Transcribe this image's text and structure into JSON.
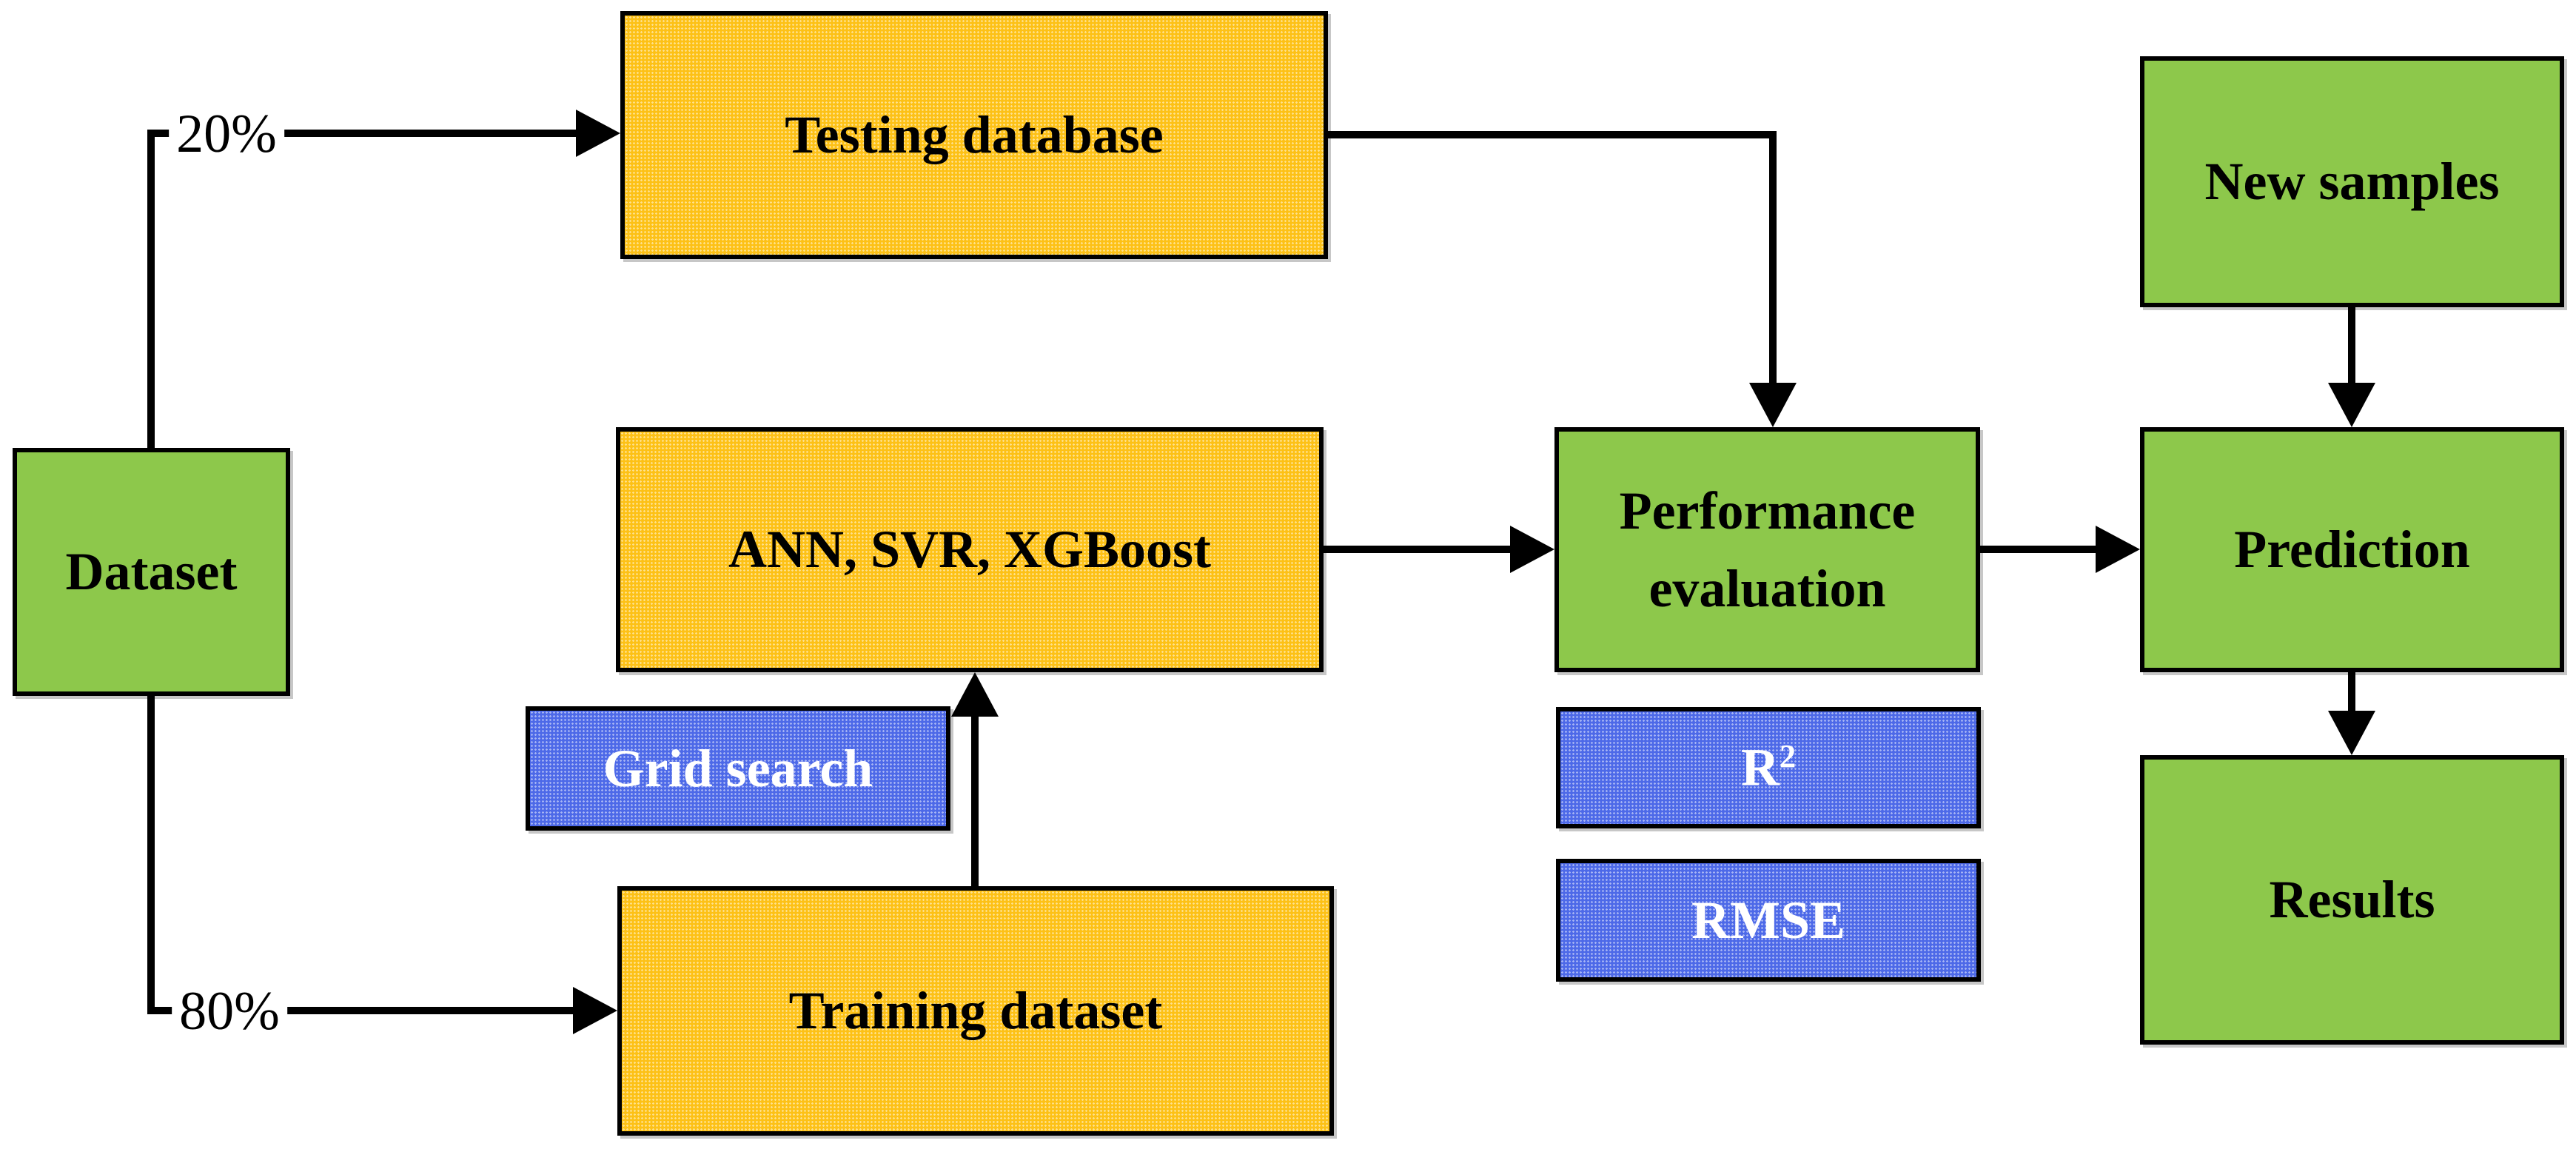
{
  "diagram": {
    "boxes": {
      "dataset": {
        "label": "Dataset"
      },
      "testing": {
        "label": "Testing database"
      },
      "ann": {
        "label": "ANN, SVR, XGBoost"
      },
      "grid_search": {
        "label": "Grid search"
      },
      "training": {
        "label": "Training dataset"
      },
      "performance": {
        "lines": [
          "Performance",
          "evaluation"
        ]
      },
      "r2": {
        "base": "R",
        "sup": "2"
      },
      "rmse": {
        "label": "RMSE"
      },
      "new_samples": {
        "label": "New samples"
      },
      "prediction": {
        "label": "Prediction"
      },
      "results": {
        "label": "Results"
      }
    },
    "edge_labels": {
      "testing_split": "20%",
      "training_split": "80%"
    },
    "colors": {
      "green": "#8DC84B",
      "orange": "#FDC116",
      "blue": "#4D69E8",
      "border": "#000000",
      "text_dark": "#000000",
      "text_light": "#FFFFFF"
    }
  }
}
